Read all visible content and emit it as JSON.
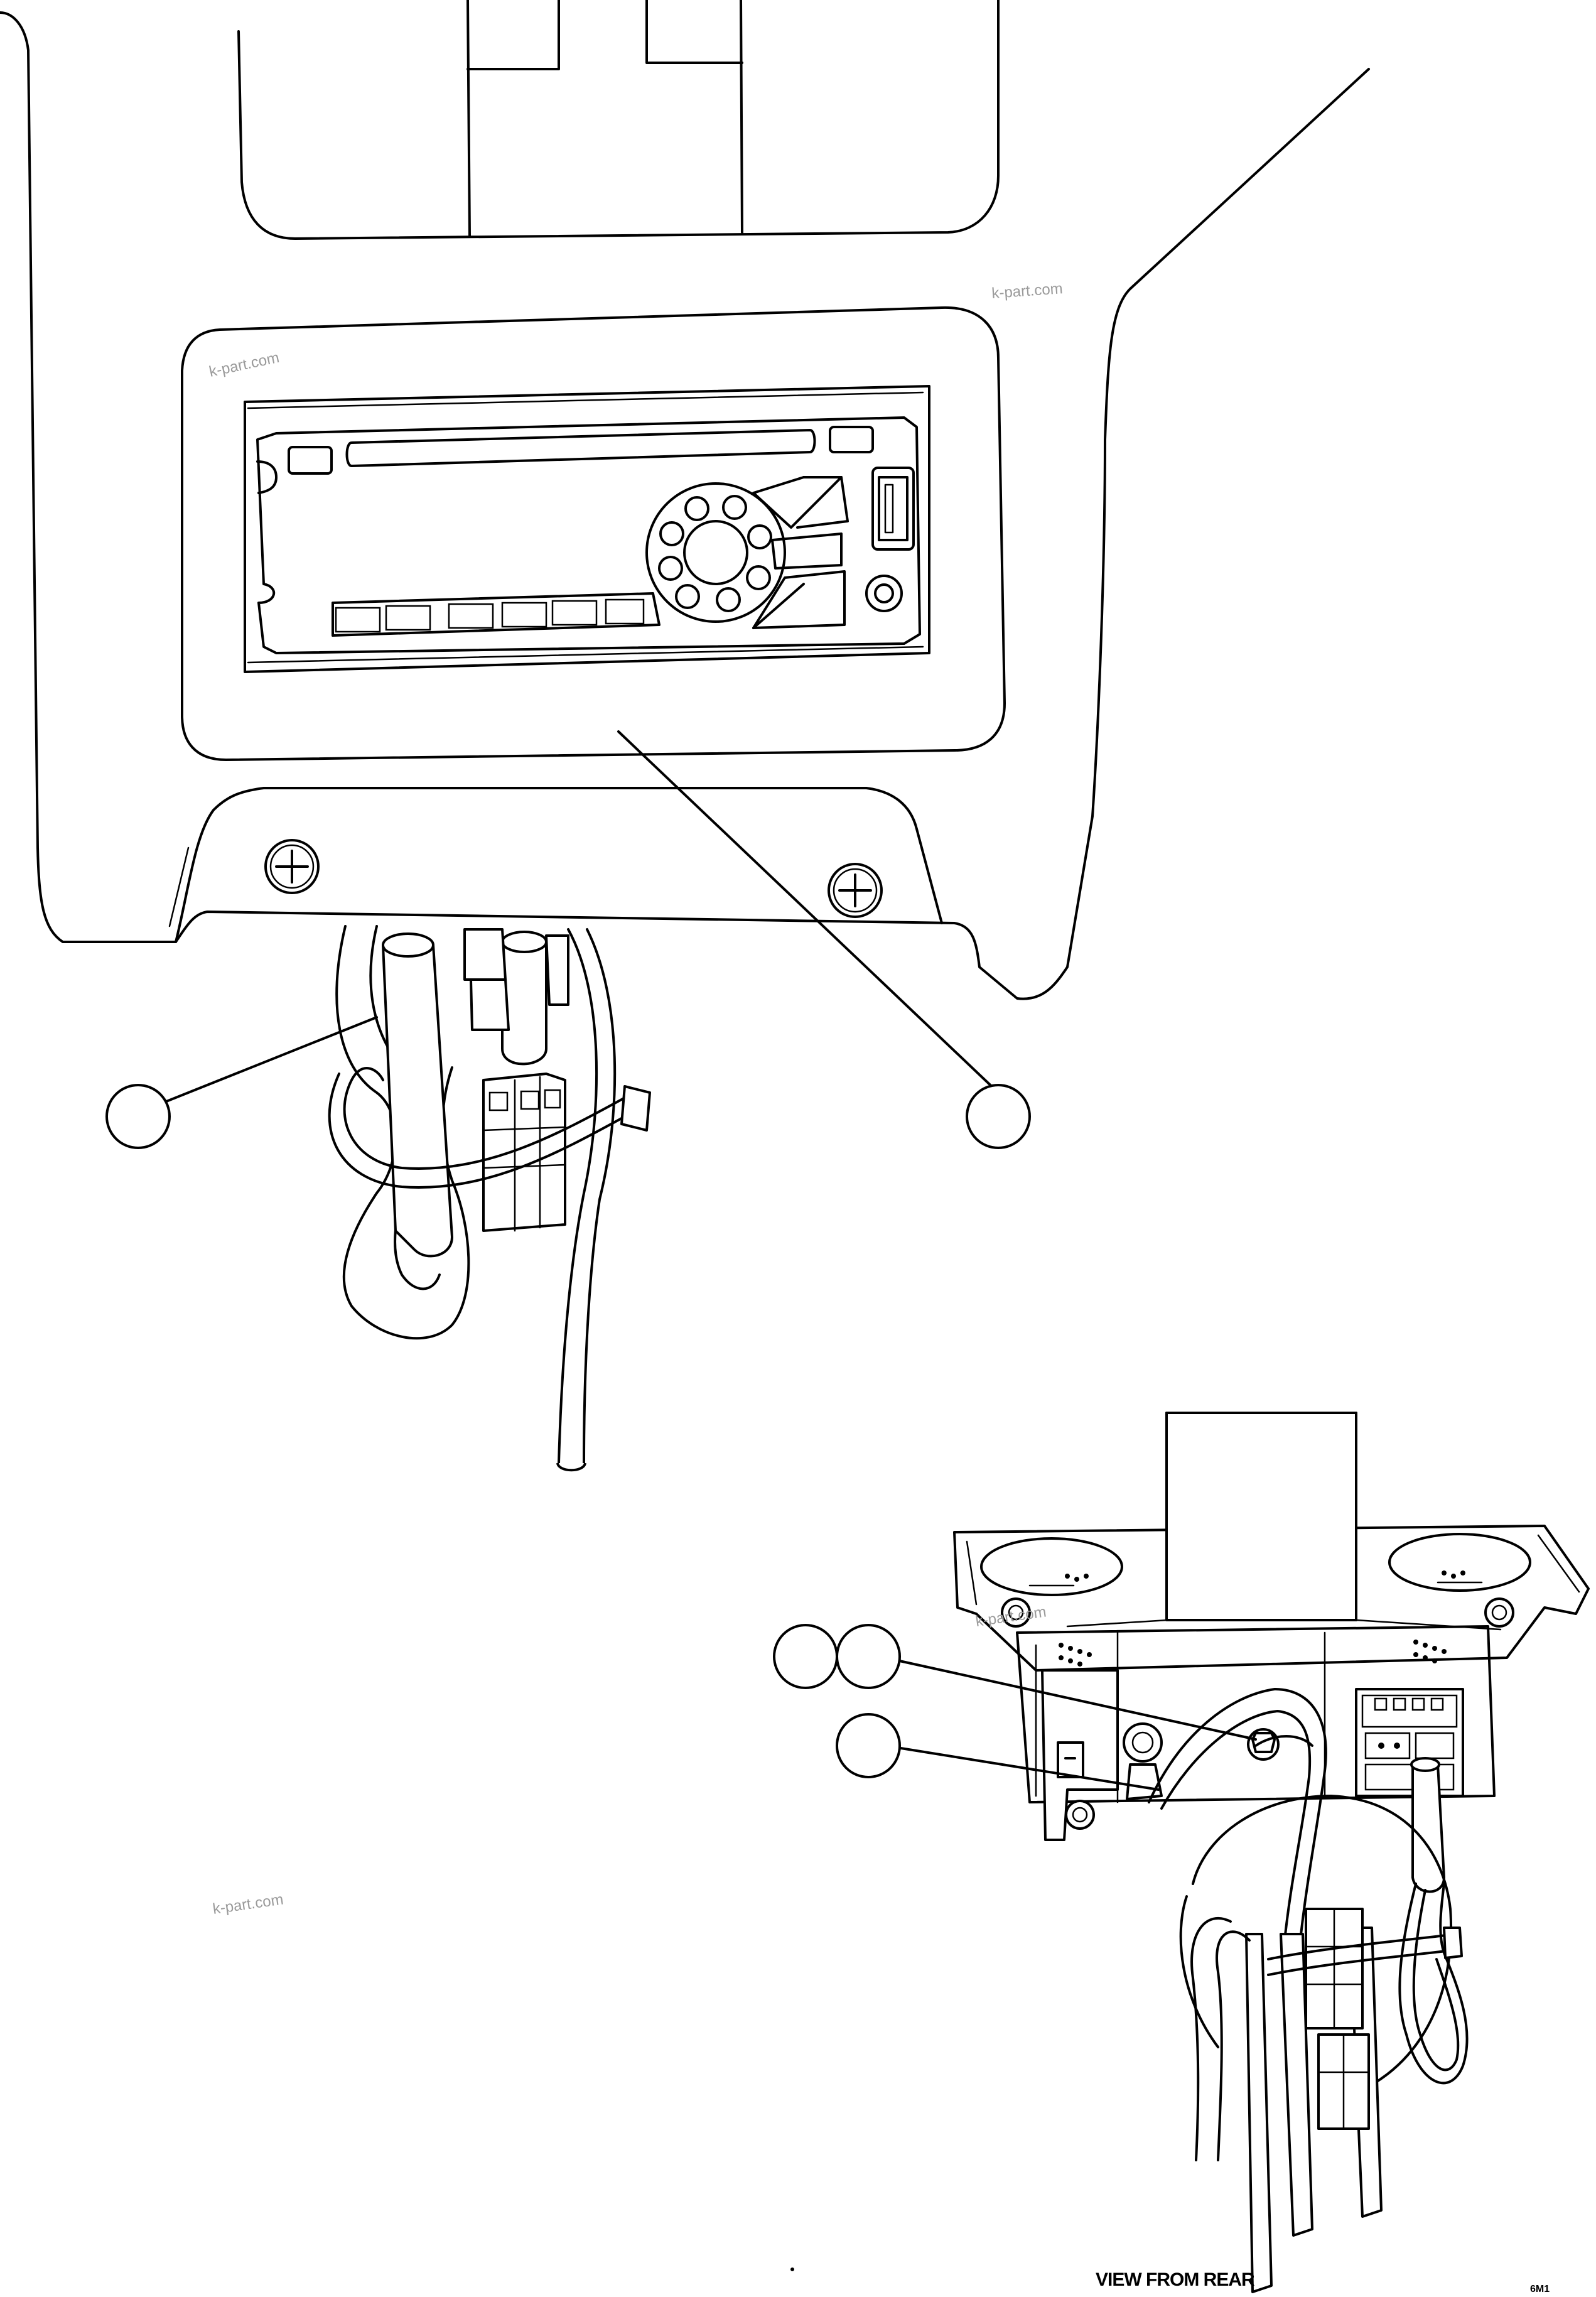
{
  "watermarks": [
    "k-part.com",
    "k-part.com",
    "k-part.com",
    "k-part.com"
  ],
  "caption": "VIEW FROM REAR",
  "drawing_code": "6M1",
  "callouts": {
    "count_top": 2,
    "count_rear": 3,
    "labels": [
      "",
      "",
      "",
      "",
      ""
    ]
  }
}
